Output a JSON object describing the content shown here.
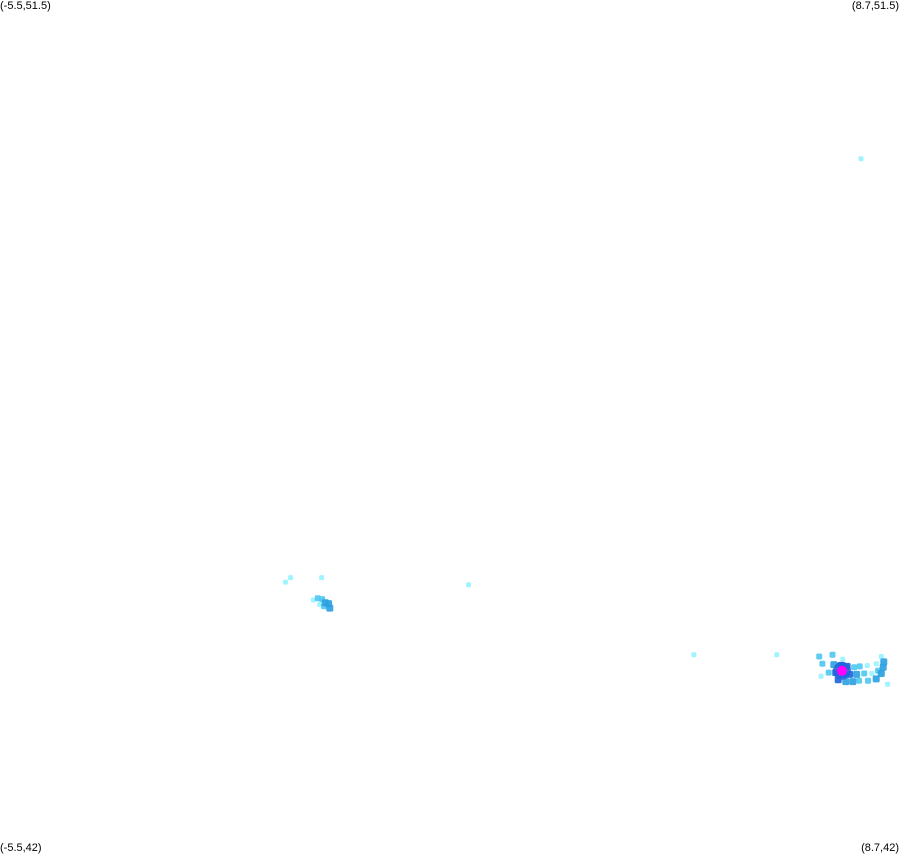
{
  "map": {
    "corner_labels": {
      "top_left": "(-5.5,51.5)",
      "top_right": "(8.7,51.5)",
      "bottom_left": "(-5.5,42)",
      "bottom_right": "(8.7,42)"
    },
    "bounds": {
      "lon_min": -5.5,
      "lon_max": 8.7,
      "lat_min": 42,
      "lat_max": 51.5
    },
    "colors": {
      "low": "#7ff0ff",
      "mid_low": "#4cc8f0",
      "mid": "#2aa0e0",
      "high": "#1e64dc",
      "peak": "#ff00ff"
    },
    "points": [
      {
        "lon": 8.1,
        "lat": 49.73,
        "level": "low"
      },
      {
        "lon": -0.99,
        "lat": 45.01,
        "level": "low"
      },
      {
        "lon": -0.91,
        "lat": 45.06,
        "level": "low"
      },
      {
        "lon": -0.42,
        "lat": 45.06,
        "level": "low"
      },
      {
        "lon": 1.9,
        "lat": 44.98,
        "level": "low"
      },
      {
        "lon": -0.55,
        "lat": 44.81,
        "level": "low"
      },
      {
        "lon": -0.48,
        "lat": 44.83,
        "level": "mid_low"
      },
      {
        "lon": -0.41,
        "lat": 44.82,
        "level": "mid_low"
      },
      {
        "lon": -0.36,
        "lat": 44.78,
        "level": "mid"
      },
      {
        "lon": -0.31,
        "lat": 44.77,
        "level": "mid"
      },
      {
        "lon": -0.29,
        "lat": 44.72,
        "level": "mid"
      },
      {
        "lon": -0.38,
        "lat": 44.74,
        "level": "mid_low"
      },
      {
        "lon": -0.45,
        "lat": 44.76,
        "level": "low"
      },
      {
        "lon": 5.46,
        "lat": 44.2,
        "level": "low"
      },
      {
        "lon": 6.77,
        "lat": 44.2,
        "level": "low"
      },
      {
        "lon": 7.44,
        "lat": 44.18,
        "level": "mid_low"
      },
      {
        "lon": 7.65,
        "lat": 44.2,
        "level": "mid_low"
      },
      {
        "lon": 7.81,
        "lat": 44.15,
        "level": "low"
      },
      {
        "lon": 8.42,
        "lat": 44.18,
        "level": "low"
      },
      {
        "lon": 7.49,
        "lat": 44.1,
        "level": "mid_low"
      },
      {
        "lon": 7.67,
        "lat": 44.09,
        "level": "mid"
      },
      {
        "lon": 7.78,
        "lat": 44.08,
        "level": "high"
      },
      {
        "lon": 7.88,
        "lat": 44.07,
        "level": "high"
      },
      {
        "lon": 7.99,
        "lat": 44.06,
        "level": "mid_low"
      },
      {
        "lon": 8.08,
        "lat": 44.07,
        "level": "mid_low"
      },
      {
        "lon": 8.2,
        "lat": 44.08,
        "level": "low"
      },
      {
        "lon": 8.34,
        "lat": 44.1,
        "level": "low"
      },
      {
        "lon": 8.46,
        "lat": 44.12,
        "level": "mid"
      },
      {
        "lon": 8.45,
        "lat": 44.06,
        "level": "mid"
      },
      {
        "lon": 8.37,
        "lat": 44.02,
        "level": "mid_low"
      },
      {
        "lon": 7.59,
        "lat": 44.0,
        "level": "mid_low"
      },
      {
        "lon": 7.7,
        "lat": 44.0,
        "level": "high"
      },
      {
        "lon": 7.82,
        "lat": 43.98,
        "level": "high"
      },
      {
        "lon": 7.92,
        "lat": 43.98,
        "level": "high"
      },
      {
        "lon": 8.03,
        "lat": 43.98,
        "level": "mid"
      },
      {
        "lon": 8.15,
        "lat": 43.99,
        "level": "mid_low"
      },
      {
        "lon": 8.27,
        "lat": 43.99,
        "level": "low"
      },
      {
        "lon": 8.42,
        "lat": 43.99,
        "level": "mid"
      },
      {
        "lon": 7.47,
        "lat": 43.96,
        "level": "low"
      },
      {
        "lon": 7.74,
        "lat": 43.92,
        "level": "high"
      },
      {
        "lon": 7.86,
        "lat": 43.9,
        "level": "mid"
      },
      {
        "lon": 7.97,
        "lat": 43.9,
        "level": "mid"
      },
      {
        "lon": 8.07,
        "lat": 43.91,
        "level": "mid_low"
      },
      {
        "lon": 8.21,
        "lat": 43.91,
        "level": "mid_low"
      },
      {
        "lon": 8.34,
        "lat": 43.93,
        "level": "mid"
      },
      {
        "lon": 8.52,
        "lat": 43.87,
        "level": "low"
      },
      {
        "lon": 7.8,
        "lat": 44.02,
        "level": "peak"
      }
    ]
  }
}
